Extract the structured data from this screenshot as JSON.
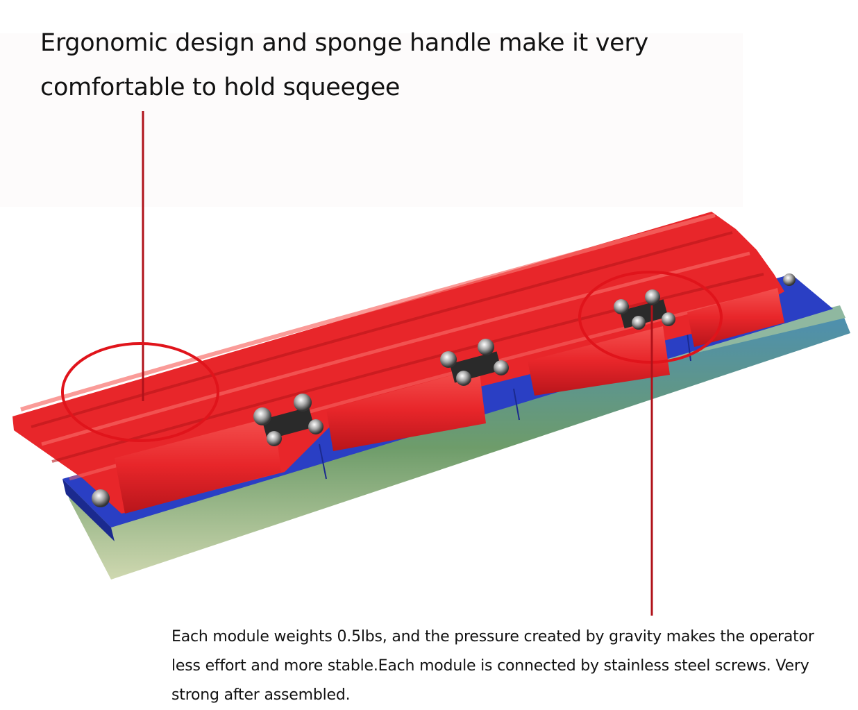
{
  "callouts": {
    "top": {
      "line1": "Ergonomic design and sponge handle make it very",
      "line2": "comfortable to hold squeegee"
    },
    "bottom": {
      "line1": "Each module weights 0.5lbs, and the pressure created by gravity makes the operator",
      "line2": "less effort and more stable.Each module is connected by stainless steel screws. Very",
      "line3": "strong after assembled."
    }
  },
  "product": {
    "name": "modular screen printing squeegee with sponge handle",
    "colors": {
      "sponge": "#e8262a",
      "sponge_shadow": "#b8151b",
      "base_plate": "#2a3fc4",
      "blade": "#6f9a7a",
      "highlight_circle": "#e0141b",
      "leader_line": "#b0121a"
    }
  }
}
